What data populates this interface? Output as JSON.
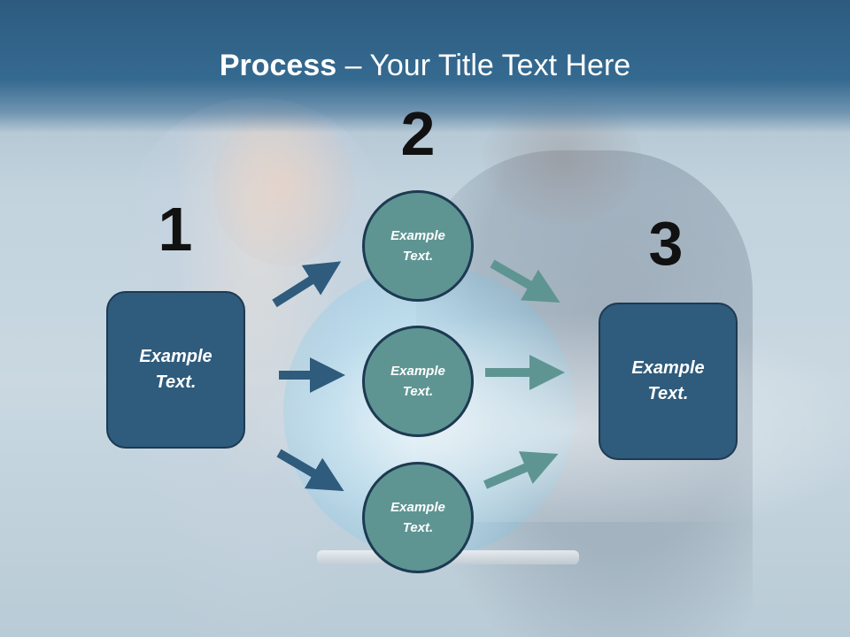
{
  "slide": {
    "title_bold": "Process",
    "title_rest": " – Your Title Text Here"
  },
  "steps": {
    "one": "1",
    "two": "2",
    "three": "3"
  },
  "left_box": {
    "text": "Example Text."
  },
  "right_box": {
    "text": "Example Text."
  },
  "circles": [
    {
      "text": "Example Text."
    },
    {
      "text": "Example Text."
    },
    {
      "text": "Example Text."
    }
  ],
  "colors": {
    "header": "#2d5b80",
    "box_fill": "#2f5b7c",
    "circle_fill": "#5e9593",
    "arrow_left": "#2f5b7c",
    "arrow_right": "#5e9593",
    "outline": "#1d3a52"
  }
}
